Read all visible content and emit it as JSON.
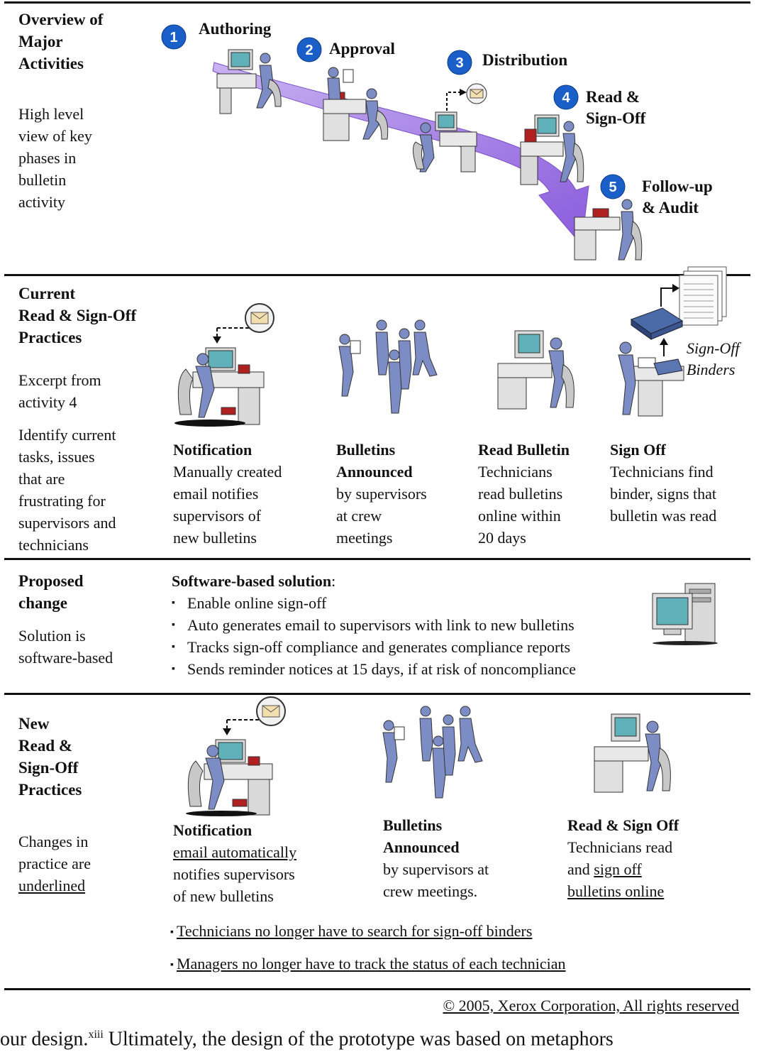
{
  "sections": {
    "overview": {
      "title": "Overview of Major Activities",
      "title_lines": [
        "Overview of",
        "Major",
        "Activities"
      ],
      "desc_lines": [
        "High level",
        "view of key",
        "phases in",
        "bulletin",
        "activity"
      ],
      "steps": [
        {
          "num": "1",
          "label_lines": [
            "Authoring"
          ]
        },
        {
          "num": "2",
          "label_lines": [
            "Approval"
          ]
        },
        {
          "num": "3",
          "label_lines": [
            "Distribution"
          ]
        },
        {
          "num": "4",
          "label_lines": [
            "Read &",
            "Sign-Off"
          ]
        },
        {
          "num": "5",
          "label_lines": [
            "Follow-up",
            "& Audit"
          ]
        }
      ],
      "colors": {
        "badge": "#1a5fc8",
        "arrow": "#9a6ee0",
        "figure": "#7c8cc4"
      }
    },
    "current": {
      "title_lines": [
        "Current",
        "Read & Sign-Off",
        "Practices"
      ],
      "desc1_lines": [
        "Excerpt from",
        "activity 4"
      ],
      "desc2_lines": [
        "Identify current",
        "tasks, issues",
        "that are",
        "frustrating for",
        "supervisors and",
        "technicians"
      ],
      "binder_label_lines": [
        "Sign-Off",
        "Binders"
      ],
      "columns": [
        {
          "title_lines": [
            "Notification"
          ],
          "body_lines": [
            "Manually created",
            "email notifies",
            "supervisors of",
            "new bulletins"
          ]
        },
        {
          "title_lines": [
            "Bulletins",
            "Announced"
          ],
          "body_lines": [
            "by supervisors",
            "at crew",
            "meetings"
          ]
        },
        {
          "title_lines": [
            "Read Bulletin"
          ],
          "body_lines": [
            "Technicians",
            "read bulletins",
            "online within",
            "20 days"
          ]
        },
        {
          "title_lines": [
            "Sign Off"
          ],
          "body_lines": [
            "Technicians find",
            "binder, signs that",
            "bulletin was read"
          ]
        }
      ]
    },
    "proposed": {
      "title_lines": [
        "Proposed",
        "change"
      ],
      "desc_lines": [
        "Solution is",
        "software-based"
      ],
      "solution_title": "Software-based solution",
      "solution_colon": ":",
      "bullets": [
        "Enable online sign-off",
        "Auto generates email to supervisors with link to new bulletins",
        "Tracks sign-off compliance and generates compliance reports",
        "Sends reminder notices at 15 days, if at risk of noncompliance"
      ]
    },
    "new": {
      "title_lines": [
        "New",
        "Read &",
        "Sign-Off",
        "Practices"
      ],
      "desc_lines": [
        "Changes in",
        "practice are"
      ],
      "desc_underlined": "underlined",
      "col1": {
        "title": "Notification",
        "body_u": "email automatically",
        "body_lines": [
          "notifies supervisors",
          "of new bulletins"
        ]
      },
      "col2": {
        "title_lines": [
          "Bulletins",
          "Announced"
        ],
        "body_lines": [
          "by supervisors at",
          "crew meetings."
        ]
      },
      "col3": {
        "title": "Read & Sign Off",
        "body_line1": "Technicians read",
        "body_line2_plain": "and ",
        "body_line2_u": "sign off",
        "body_line3_u": "bulletins online"
      },
      "notes": [
        "Technicians no longer have to search for sign-off binders",
        "Managers no longer have to track the status of each technician"
      ]
    }
  },
  "copyright": "© 2005, Xerox Corporation, All rights reserved",
  "footer_text_before": "our design.",
  "footer_superscript": "xiii",
  "footer_text_after": " Ultimately, the design of the prototype was based on metaphors"
}
